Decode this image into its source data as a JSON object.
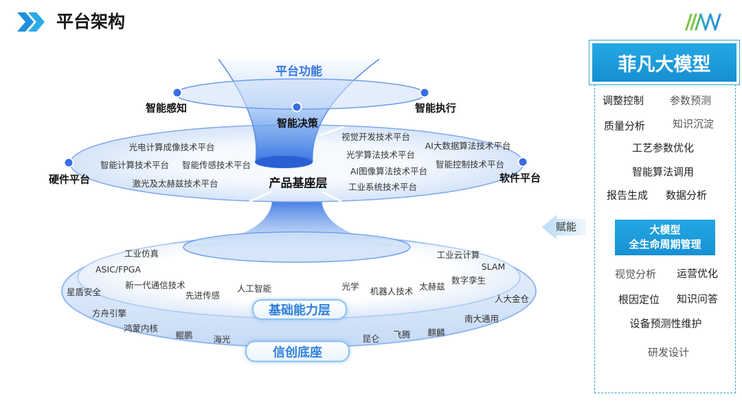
{
  "header": {
    "title": "平台架构"
  },
  "icons": {
    "title_marker": "double-chevron-right-icon",
    "brand_logo": "brand-logo-stripes",
    "node_dot": "dot-icon",
    "empower_arrow": "arrow-left-icon"
  },
  "colors": {
    "accent_blue": "#1f8fe0",
    "panel_title_bg": "#1f9ad8",
    "panel_border": "#2aa2dc",
    "node_dot": "#3a6ee8",
    "layer_title": "#3777e3",
    "logo_green": "#7cc242",
    "logo_blue": "#2a9bd8"
  },
  "diagram": {
    "platform_function": {
      "title": "平台功能",
      "nodes": {
        "left": "智能感知",
        "center": "智能决策",
        "right": "智能执行"
      }
    },
    "product_base": {
      "title": "产品基座层",
      "hardware": {
        "label": "硬件平台",
        "items": [
          "光电计算成像技术平台",
          "智能计算技术平台",
          "智能传感技术平台",
          "激光及太赫兹技术平台"
        ]
      },
      "software": {
        "label": "软件平台",
        "items": [
          "视觉开发技术平台",
          "光学算法技术平台",
          "AI大数据算法技术平台",
          "AI图像算法技术平台",
          "智能控制技术平台",
          "工业系统技术平台"
        ]
      }
    },
    "capability_base": {
      "foundation_title": "基础能力层",
      "xinchuang_title": "信创底座",
      "items": [
        "工业仿真",
        "ASIC/FPGA",
        "新一代通信技术",
        "星盾安全",
        "先进传感",
        "人工智能",
        "光学",
        "机器人技术",
        "太赫兹",
        "数字孪生",
        "工业云计算",
        "SLAM",
        "人大金仓",
        "方舟引擎",
        "南大通用",
        "鸿蒙内核",
        "鲲鹏",
        "海光",
        "昆仑",
        "飞腾",
        "麒麟"
      ]
    }
  },
  "empower": {
    "label": "赋能"
  },
  "model_panel": {
    "title": "菲凡大模型",
    "upper_items": [
      "调整控制",
      "参数预测",
      "质量分析",
      "知识沉淀",
      "工艺参数优化",
      "智能算法调用",
      "报告生成",
      "数据分析"
    ],
    "lifecycle": {
      "line1": "大模型",
      "line2": "全生命周期管理"
    },
    "lower_items": [
      "视觉分析",
      "运营优化",
      "根因定位",
      "知识问答",
      "设备预测性维护",
      "研发设计"
    ]
  }
}
